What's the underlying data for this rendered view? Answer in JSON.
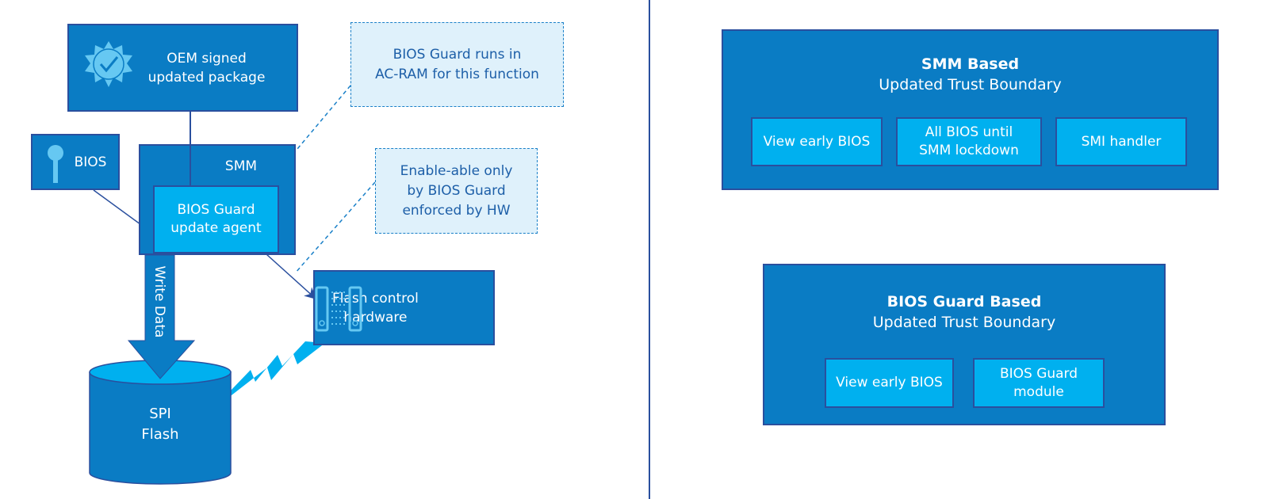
{
  "left": {
    "oem_box": "OEM signed\nupdated package",
    "bios_box": "BIOS",
    "smm_box": "SMM",
    "agent_box": "BIOS Guard\nupdate agent",
    "callout_acram": "BIOS Guard runs in\nAC-RAM for this function",
    "callout_enable": "Enable-able only\nby BIOS Guard\nenforced by HW",
    "flash_control": "Flash control\nhardware",
    "write_data": "Write Data",
    "spi_flash": "SPI\nFlash"
  },
  "right": {
    "smm_based": {
      "title": "SMM Based",
      "subtitle": "Updated Trust Boundary",
      "items": [
        "View early BIOS",
        "All BIOS until\nSMM lockdown",
        "SMI handler"
      ]
    },
    "bios_guard_based": {
      "title": "BIOS Guard Based",
      "subtitle": "Updated Trust Boundary",
      "items": [
        "View early BIOS",
        "BIOS Guard\nmodule"
      ]
    }
  },
  "colors": {
    "primary": "#0a7cc4",
    "light": "#00b0ef",
    "border": "#2a4f9e",
    "callout": "#dff1fb"
  }
}
